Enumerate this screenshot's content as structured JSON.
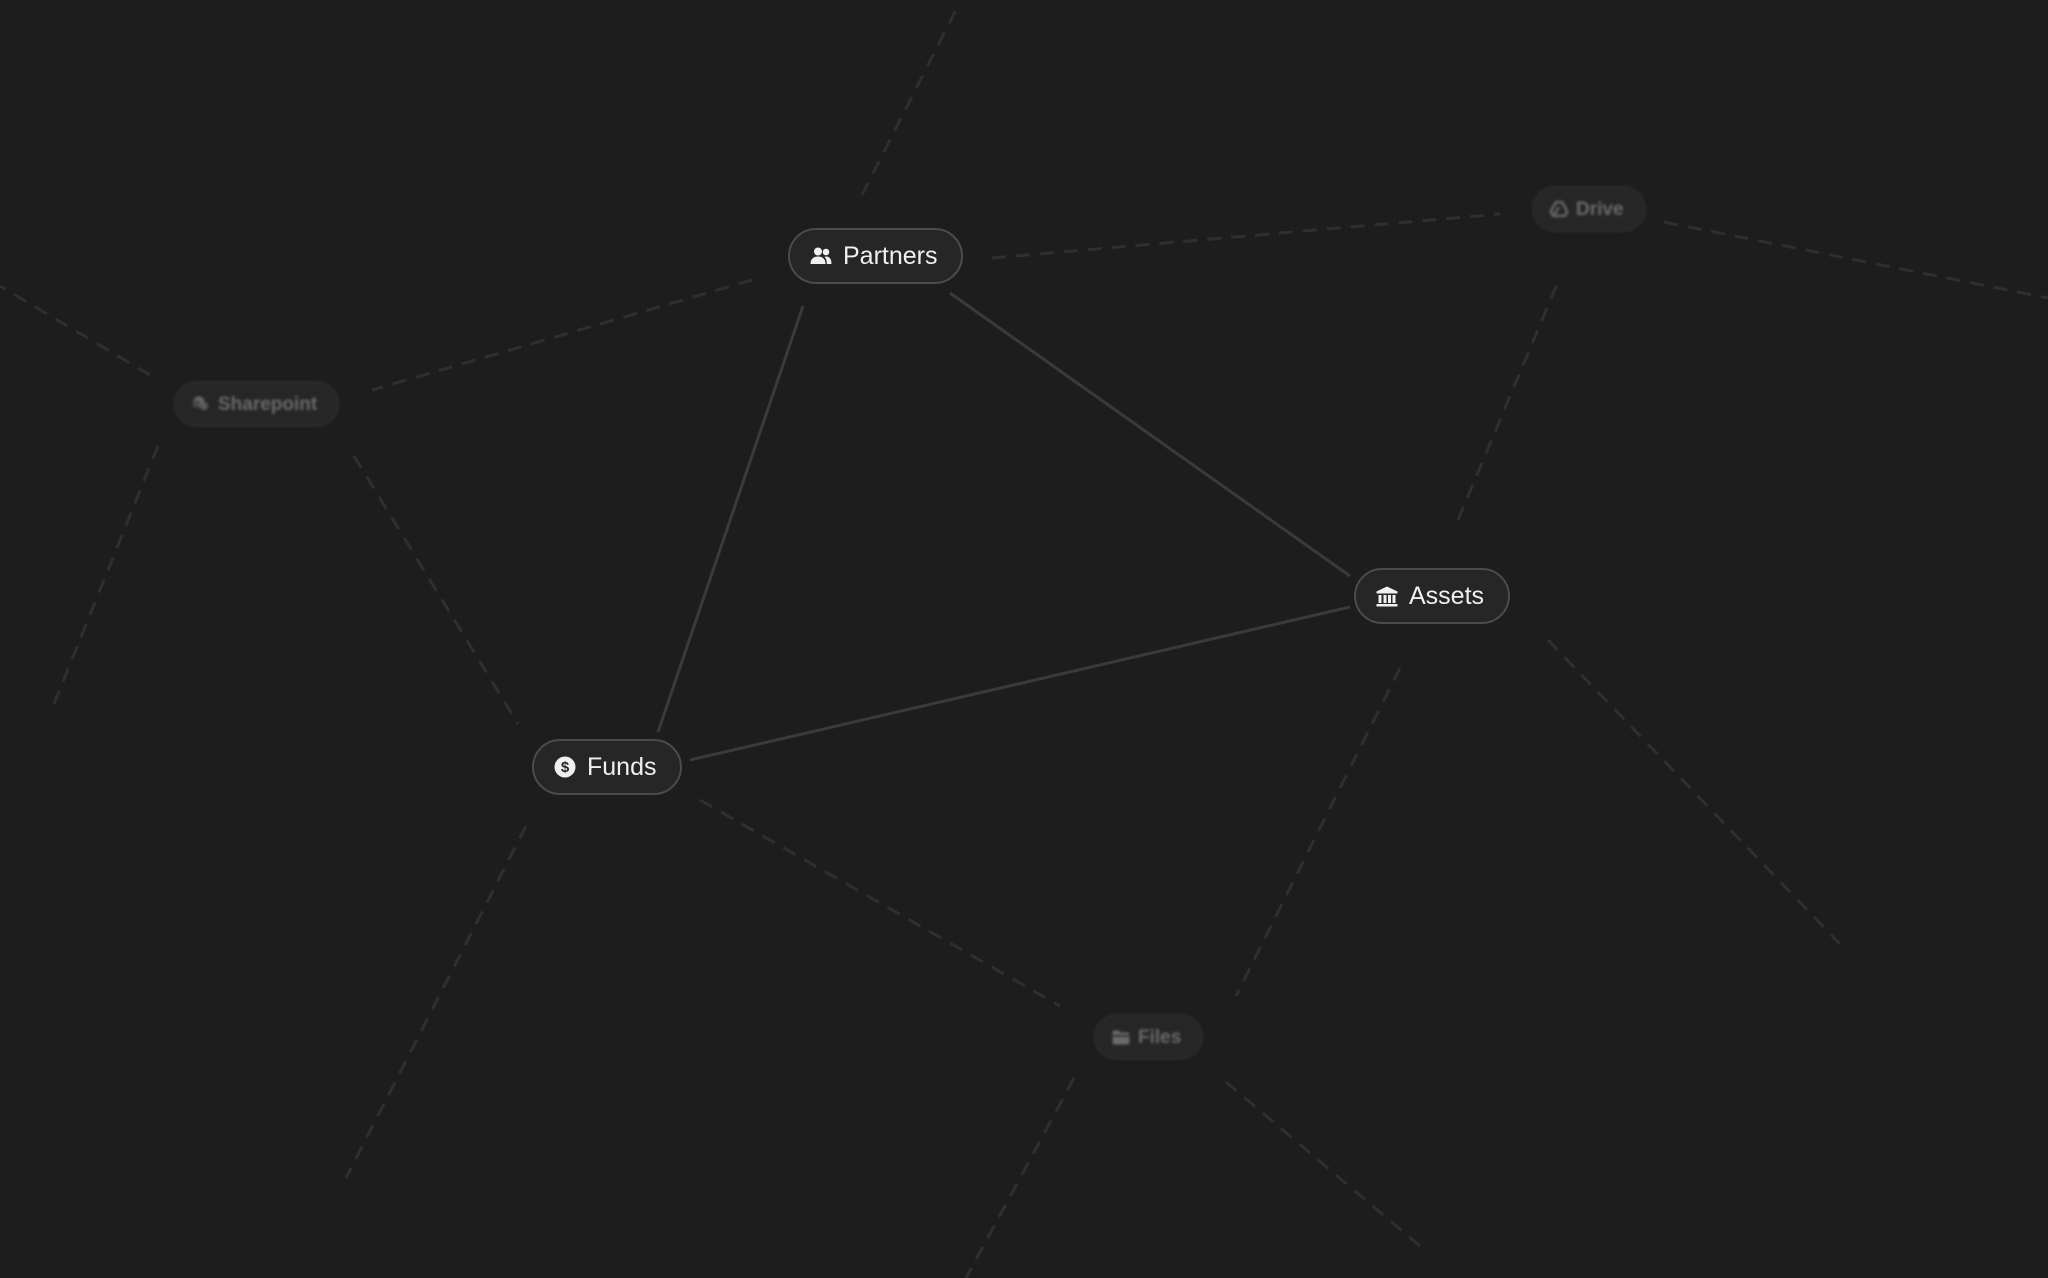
{
  "diagram": {
    "nodes": [
      {
        "id": "partners",
        "label": "Partners",
        "icon": "users-icon",
        "emphasis": "primary"
      },
      {
        "id": "funds",
        "label": "Funds",
        "icon": "dollar-coin-icon",
        "emphasis": "primary"
      },
      {
        "id": "assets",
        "label": "Assets",
        "icon": "bank-icon",
        "emphasis": "primary"
      },
      {
        "id": "sharepoint",
        "label": "Sharepoint",
        "icon": "sharepoint-icon",
        "emphasis": "secondary"
      },
      {
        "id": "drive",
        "label": "Drive",
        "icon": "drive-icon",
        "emphasis": "secondary"
      },
      {
        "id": "files",
        "label": "Files",
        "icon": "folder-icon",
        "emphasis": "secondary"
      }
    ],
    "edges": [
      {
        "from": "partners",
        "to": "funds",
        "style": "solid"
      },
      {
        "from": "partners",
        "to": "assets",
        "style": "solid"
      },
      {
        "from": "funds",
        "to": "assets",
        "style": "solid"
      },
      {
        "from": "partners",
        "to": "sharepoint",
        "style": "dashed"
      },
      {
        "from": "partners",
        "to": "drive",
        "style": "dashed"
      },
      {
        "from": "sharepoint",
        "to": "funds",
        "style": "dashed"
      },
      {
        "from": "funds",
        "to": "files",
        "style": "dashed"
      },
      {
        "from": "assets",
        "to": "drive",
        "style": "dashed"
      },
      {
        "from": "assets",
        "to": "files",
        "style": "dashed"
      }
    ]
  },
  "colors": {
    "background": "#1d1d1d",
    "node_fill": "#262626",
    "primary_text": "#f0f0f0",
    "secondary_text": "#6a6a6a",
    "solid_edge": "#3a3a3a",
    "dashed_edge": "#2f2f2f"
  }
}
